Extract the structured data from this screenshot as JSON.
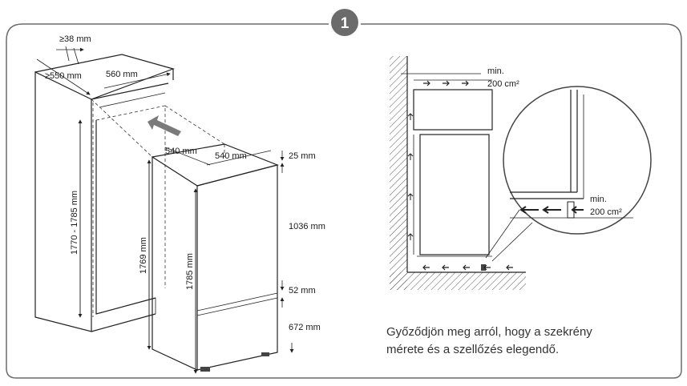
{
  "step_number": "1",
  "colors": {
    "frame": "#6b6b6b",
    "badge": "#6b6b6b",
    "arrow": "#7a7a7a",
    "hatch": "#555555"
  },
  "cabinet_dims": {
    "depth_gap": "≥38 mm",
    "depth": "≥550 mm",
    "width": "560 mm",
    "height_range": "1770 - 1785 mm"
  },
  "appliance_dims": {
    "depth": "540 mm",
    "width": "540 mm",
    "top_gap": "25 mm",
    "upper_door": "1036 mm",
    "middle_gap": "52 mm",
    "lower_door": "672 mm",
    "height_body": "1769 mm",
    "height_total": "1785 mm"
  },
  "ventilation": {
    "top_min_label": "min.",
    "top_min_value": "200 cm²",
    "bottom_min_label": "min.",
    "bottom_min_value": "200 cm²"
  },
  "caption": {
    "line1": "Győződjön meg arról, hogy a szekrény",
    "line2": "mérete és a szellőzés elegendő."
  }
}
